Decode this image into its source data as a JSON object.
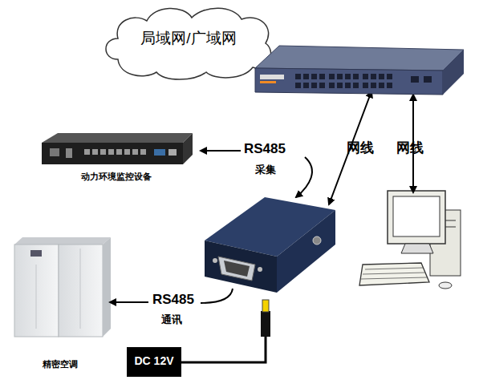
{
  "diagram": {
    "nodes": [
      {
        "text": [
          "局域网/广域网"
        ]
      },
      {
        "text": [
          "动力环境监控设备"
        ]
      },
      {
        "text": [
          "精密空调"
        ]
      },
      {
        "text": [
          "DC 12V"
        ]
      }
    ],
    "labels": [
      "RS485",
      "采集",
      "网线",
      "网线",
      "RS485",
      "通讯"
    ]
  }
}
